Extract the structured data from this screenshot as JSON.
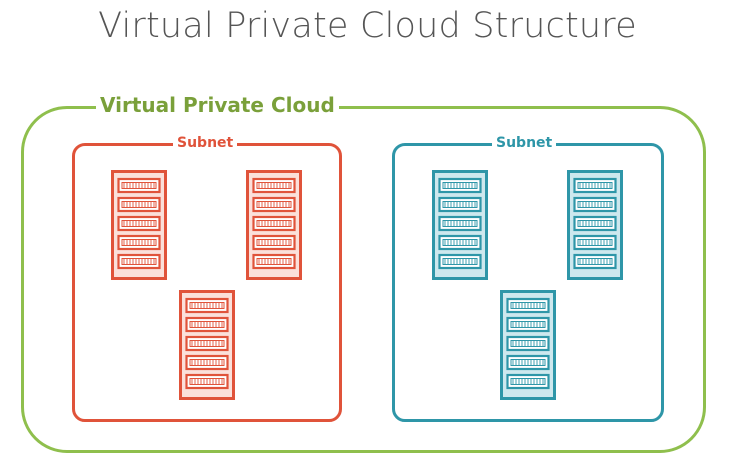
{
  "diagram": {
    "title": "Virtual Private Cloud Structure",
    "vpc": {
      "label": "Virtual Private Cloud",
      "color": "#8fbf4d",
      "label_color": "#7aa03a"
    },
    "subnets": [
      {
        "label": "Subnet",
        "color": "#e0533a",
        "fill": "#fbe0da",
        "server_icon": "server-rack-icon",
        "server_count": 3
      },
      {
        "label": "Subnet",
        "color": "#2e96a8",
        "fill": "#cde8ee",
        "server_icon": "server-rack-icon",
        "server_count": 3
      }
    ]
  }
}
